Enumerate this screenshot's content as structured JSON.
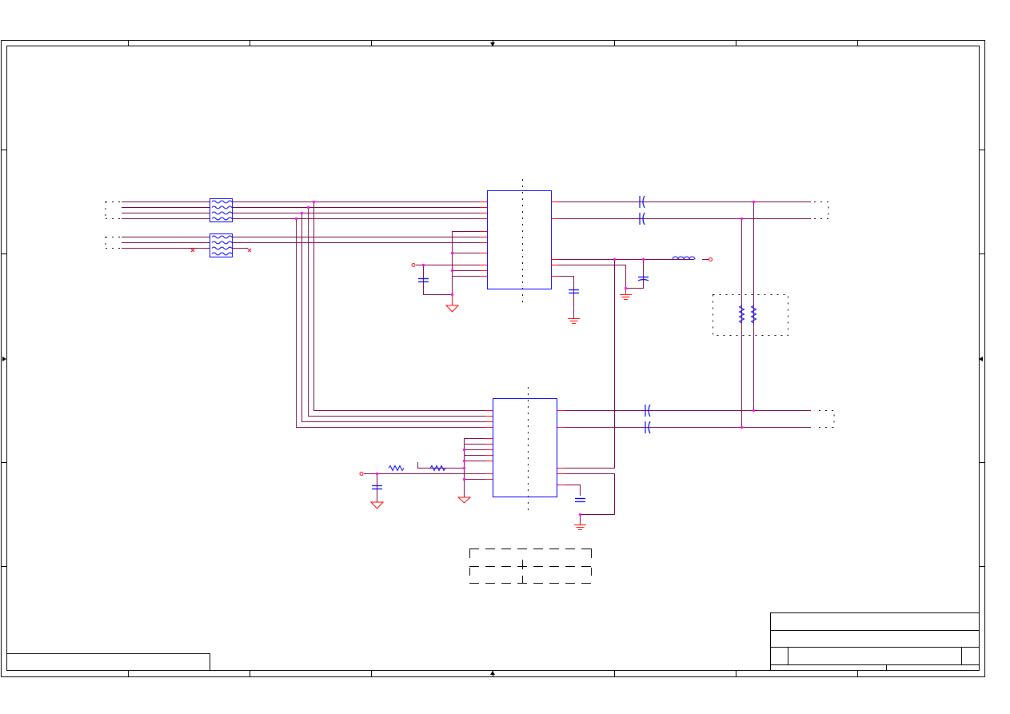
{
  "sheet": {
    "background": "#ffffff",
    "frame_color": "#000000",
    "columns": 8,
    "rows": 6
  },
  "colors": {
    "wire": "#800040",
    "component": "#0000ff",
    "pin": "#ff0000",
    "junction": "#ff00ff",
    "ground": "#ff0000",
    "frame": "#000000"
  },
  "components": [
    {
      "id": "ic-upper",
      "kind": "ic"
    },
    {
      "id": "ic-lower",
      "kind": "ic"
    },
    {
      "id": "ferrite-array-1",
      "kind": "ferrite-array"
    },
    {
      "id": "ferrite-array-2",
      "kind": "ferrite-array"
    },
    {
      "id": "coupling-capacitors-upper",
      "kind": "capacitor",
      "count": 2
    },
    {
      "id": "coupling-capacitors-lower",
      "kind": "capacitor",
      "count": 2
    },
    {
      "id": "termination-resistors",
      "kind": "resistor",
      "count": 2
    },
    {
      "id": "output-inductor",
      "kind": "inductor"
    },
    {
      "id": "bias-resistors",
      "kind": "resistor",
      "count": 2
    },
    {
      "id": "ground-symbols",
      "kind": "ground",
      "count": 6
    }
  ],
  "title_block": {
    "rows": 3
  }
}
